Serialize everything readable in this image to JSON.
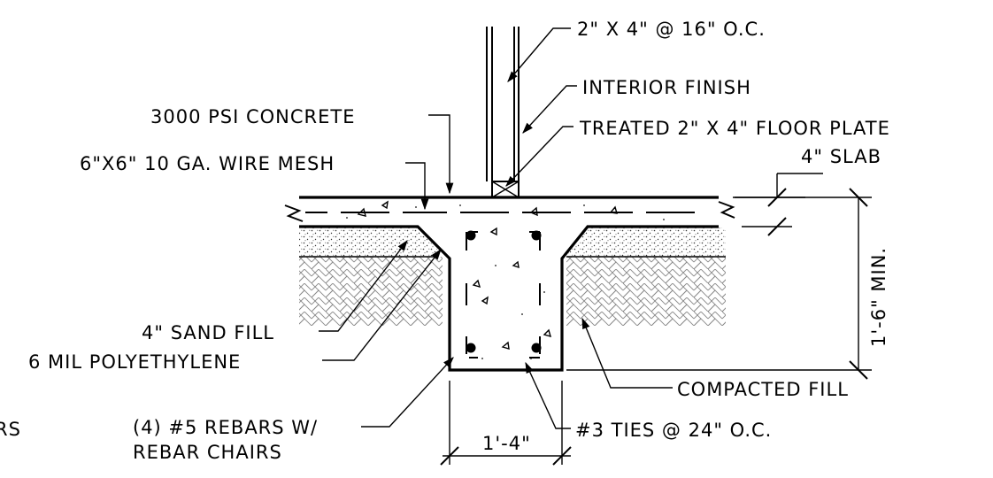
{
  "labels": {
    "stud": "2\" X 4\" @ 16\" O.C.",
    "interior_finish": "INTERIOR FINISH",
    "concrete": "3000 PSI CONCRETE",
    "floor_plate": "TREATED 2\" X 4\" FLOOR PLATE",
    "wire_mesh": "6\"X6\" 10 GA. WIRE MESH",
    "slab": "4\" SLAB",
    "footing_depth": "1'-6\" MIN.",
    "sand_fill": "4\" SAND FILL",
    "polyethylene": "6 MIL POLYETHYLENE",
    "compacted_fill": "COMPACTED FILL",
    "rebars_line1": "(4) #5 REBARS W/",
    "rebars_line2": "REBAR CHAIRS",
    "ties": "#3 TIES @ 24\" O.C.",
    "footing_width": "1'-4\"",
    "cropped_left": "RS"
  },
  "colors": {
    "line": "#000000",
    "background": "#ffffff",
    "hatch": "#888888"
  }
}
